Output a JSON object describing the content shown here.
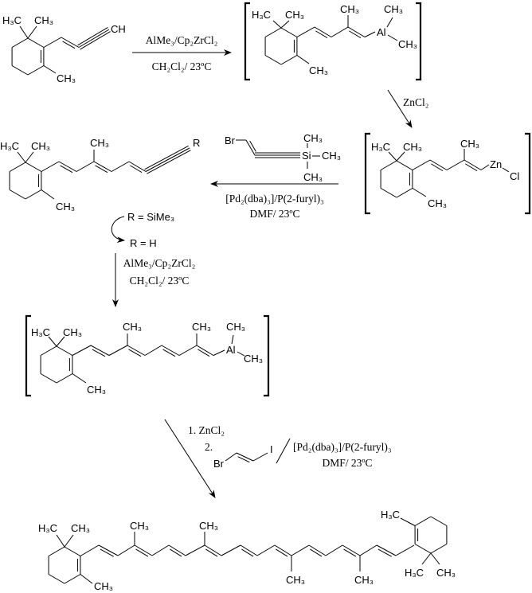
{
  "atoms": {
    "h3c": "H₃C",
    "ch3": "CH₃",
    "ch": "CH",
    "al": "Al",
    "zn": "Zn",
    "cl": "Cl",
    "br": "Br",
    "si": "Si",
    "i": "I",
    "r": "R"
  },
  "conditions": {
    "hydroalumination_top": "AlMe₃/Cp₂ZrCl₂",
    "hydroalumination_bottom": "CH₂Cl₂/ 23ºC",
    "transmetalation": "ZnCl₂",
    "negishi_top": "[Pd₂(dba)₃]/P(2-furyl)₃",
    "negishi_bottom": "DMF/ 23ºC",
    "final_step1": "1. ZnCl₂",
    "final_step2": "2.",
    "final_pd": "[Pd₂(dba)₃]/P(2-furyl)₃",
    "final_solvent": "DMF/ 23ºC"
  },
  "deprotection": {
    "before": "R = SiMe₃",
    "after": "R = H"
  }
}
